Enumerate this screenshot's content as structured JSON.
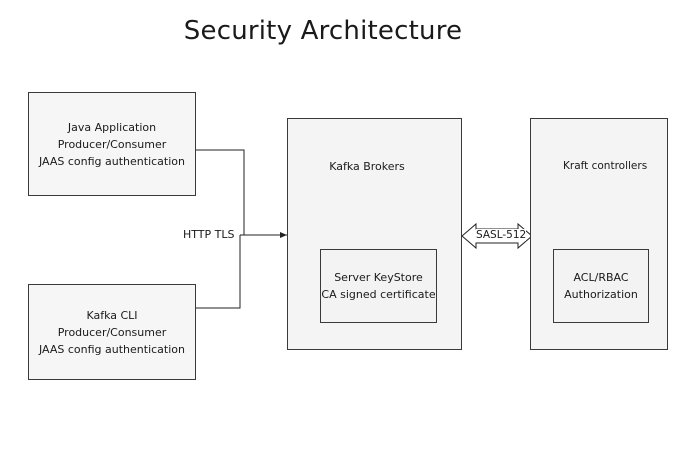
{
  "title": "Security Architecture",
  "clients": [
    {
      "lines": [
        "Java Application",
        "Producer/Consumer",
        "JAAS config authentication"
      ]
    },
    {
      "lines": [
        "Kafka CLI",
        "Producer/Consumer",
        "JAAS config authentication"
      ]
    }
  ],
  "connection_label": "HTTP TLS",
  "brokers": {
    "doc_label": "Kafka Brokers",
    "keystore_lines": [
      "Server KeyStore",
      "CA signed certificate"
    ]
  },
  "link_label": "SASL-512",
  "controllers": {
    "doc_label": "Kraft controllers",
    "auth_lines": [
      "ACL/RBAC",
      "Authorization"
    ]
  }
}
